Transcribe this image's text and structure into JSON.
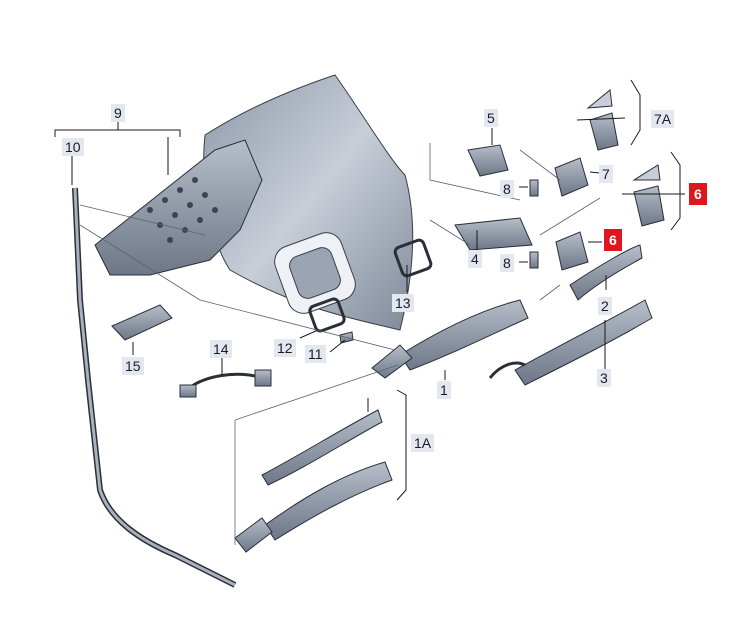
{
  "labels": {
    "l9": "9",
    "l10": "10",
    "l5": "5",
    "l7A": "7A",
    "l7": "7",
    "l8a": "8",
    "l6a": "6",
    "l6b": "6",
    "l4": "4",
    "l8b": "8",
    "l2": "2",
    "l13": "13",
    "l12": "12",
    "l11": "11",
    "l14": "14",
    "l15": "15",
    "l1": "1",
    "l3": "3",
    "l1A": "1A"
  },
  "colors": {
    "highlight": "#e0161f",
    "label_bg": "#e3e8f0",
    "part_fill": "#8d97a6",
    "line": "#1a1a1a"
  }
}
